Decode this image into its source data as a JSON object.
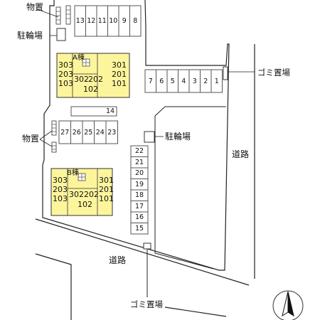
{
  "labels": {
    "storage": "物置",
    "bicycle_parking": "駐輪場",
    "garbage": "ゴミ置場",
    "road": "道路"
  },
  "buildings": {
    "a": {
      "name": "A棟",
      "units_left": [
        "303",
        "203",
        "103"
      ],
      "units_mid_top": [
        "302",
        "202"
      ],
      "units_mid_bottom": "102",
      "units_right": [
        "301",
        "201",
        "101"
      ]
    },
    "b": {
      "name": "B棟",
      "units_left": [
        "303",
        "203",
        "103"
      ],
      "units_mid_top": [
        "302",
        "202"
      ],
      "units_mid_bottom": "102",
      "units_right": [
        "301",
        "201",
        "101"
      ]
    }
  },
  "parking": {
    "top_row": [
      "13",
      "12",
      "11",
      "10",
      "9",
      "8"
    ],
    "right_row": [
      "7",
      "6",
      "5",
      "4",
      "3",
      "2",
      "1"
    ],
    "single": "14",
    "mid_row": [
      "27",
      "26",
      "25",
      "24",
      "23"
    ],
    "column": [
      "22",
      "21",
      "20",
      "19",
      "18",
      "17",
      "16",
      "15"
    ]
  },
  "colors": {
    "building_fill": "#fdf59c",
    "line": "#222222",
    "cell_line": "#555555"
  },
  "icons": [
    "north-arrow-icon"
  ]
}
